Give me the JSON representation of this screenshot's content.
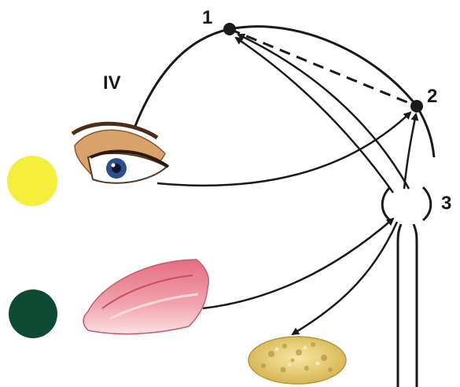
{
  "labels": {
    "roman": "IV",
    "node1": "1",
    "node2": "2",
    "node3": "3"
  },
  "colors": {
    "line": "#1a1a1a",
    "yellow_circle": "#f4ee3c",
    "green_circle": "#0f4a34",
    "tongue": "#e77d8c",
    "tongue_highlight": "#f7c3cb",
    "food": "#ead37a",
    "food_shadow": "#c9a94a",
    "iris": "#2e4f8d",
    "eye_skin": "#c98a4a"
  },
  "icons": [
    "yellow-circle",
    "green-circle",
    "eye-icon",
    "tongue-icon",
    "food-icon"
  ]
}
